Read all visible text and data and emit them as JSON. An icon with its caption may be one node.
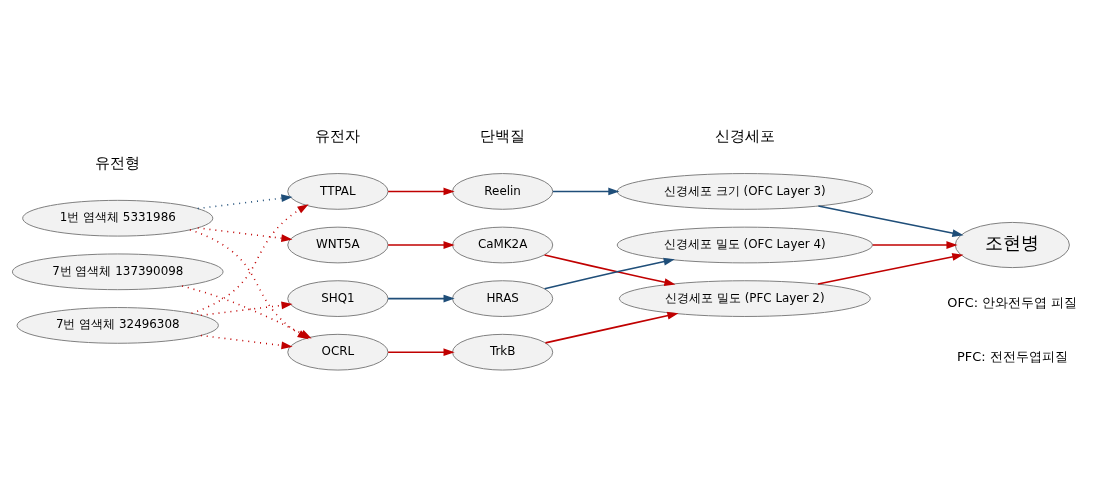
{
  "diagram": {
    "nodes": [
      {
        "text": [
          "1번 염색체 5331986"
        ]
      },
      {
        "text": [
          "7번 염색체 137390098"
        ]
      },
      {
        "text": [
          "7번 염색체 32496308"
        ]
      },
      {
        "text": [
          "TTPAL"
        ]
      },
      {
        "text": [
          "WNT5A"
        ]
      },
      {
        "text": [
          "SHQ1"
        ]
      },
      {
        "text": [
          "OCRL"
        ]
      },
      {
        "text": [
          "Reelin"
        ]
      },
      {
        "text": [
          "CaMK2A"
        ]
      },
      {
        "text": [
          "HRAS"
        ]
      },
      {
        "text": [
          "TrkB"
        ]
      },
      {
        "text": [
          "신경세포 크기 (OFC Layer 3)"
        ]
      },
      {
        "text": [
          "신경세포 밀도 (OFC Layer 4)"
        ]
      },
      {
        "text": [
          "신경세포 밀도 (PFC Layer 2)"
        ]
      },
      {
        "text": [
          "조현병"
        ]
      }
    ],
    "edges": [
      {
        "from": 0,
        "to": 3,
        "arrow": "to",
        "style": "dashed",
        "color": "#1f4e79"
      },
      {
        "from": 0,
        "to": 4,
        "arrow": "to",
        "style": "dashed"
      },
      {
        "from": 0,
        "to": 6,
        "arrow": "to",
        "style": "dashed"
      },
      {
        "from": 1,
        "to": 6,
        "arrow": "to",
        "style": "dashed"
      },
      {
        "from": 2,
        "to": 3,
        "arrow": "to",
        "style": "dashed"
      },
      {
        "from": 2,
        "to": 5,
        "arrow": "to",
        "style": "dashed"
      },
      {
        "from": 2,
        "to": 6,
        "arrow": "to",
        "style": "dashed"
      },
      {
        "from": 3,
        "to": 7,
        "arrow": "to"
      },
      {
        "from": 4,
        "to": 8,
        "arrow": "to"
      },
      {
        "from": 5,
        "to": 9,
        "arrow": "to",
        "color": "#1f4e79"
      },
      {
        "from": 6,
        "to": 10,
        "arrow": "to"
      },
      {
        "from": 7,
        "to": 11,
        "arrow": "to",
        "color": "#1f4e79"
      },
      {
        "from": 8,
        "to": 13,
        "arrow": "to"
      },
      {
        "from": 9,
        "to": 12,
        "arrow": "to",
        "color": "#1f4e79"
      },
      {
        "from": 10,
        "to": 13,
        "arrow": "to"
      },
      {
        "from": 11,
        "to": 14,
        "arrow": "to",
        "color": "#1f4e79"
      },
      {
        "from": 12,
        "to": 14,
        "arrow": "to"
      },
      {
        "from": 13,
        "to": 14,
        "arrow": "to"
      }
    ],
    "labels": [
      "유전형",
      "유전자",
      "단백질",
      "신경세포",
      "OFC: 안와전두엽 피질",
      "PFC: 전전두엽피질"
    ]
  }
}
